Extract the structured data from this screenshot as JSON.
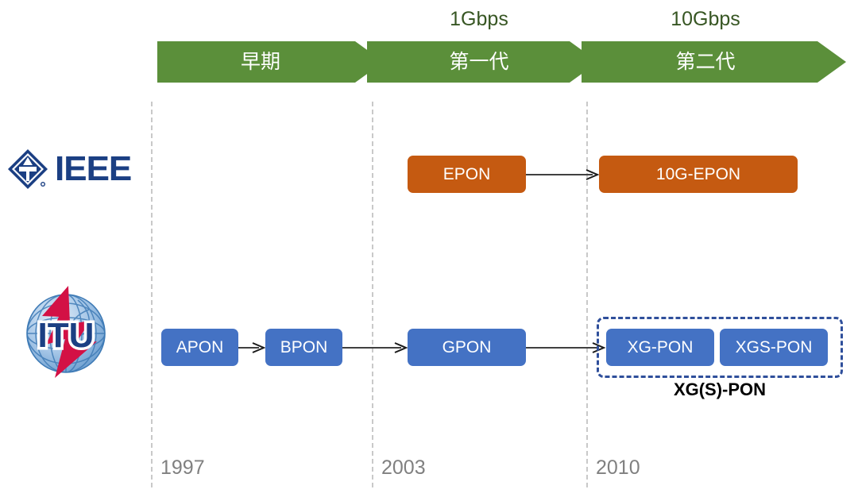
{
  "diagram": {
    "title": "PON standards evolution timeline",
    "colors": {
      "banner_green": "#5b8f3a",
      "speed_text_green": "#375623",
      "ieee_orange": "#c55a11",
      "itu_blue": "#4472c4",
      "group_border_blue": "#2f4f9b",
      "divider_gray": "#c9c9c9",
      "year_gray": "#808080",
      "ieee_logo_blue": "#1b3f83",
      "itu_bolt_red": "#d31145"
    }
  },
  "banner": {
    "phases": [
      {
        "label": "早期",
        "speed": ""
      },
      {
        "label": "第一代",
        "speed": "1Gbps"
      },
      {
        "label": "第二代",
        "speed": "10Gbps"
      }
    ]
  },
  "orgs": [
    {
      "name": "IEEE",
      "logo_icon": "ieee-diamond-logo-icon",
      "wordmark": "IEEE"
    },
    {
      "name": "ITU",
      "logo_icon": "itu-globe-logo-icon",
      "wordmark": "ITU"
    }
  ],
  "rows": {
    "ieee": {
      "nodes": [
        {
          "label": "EPON"
        },
        {
          "label": "10G-EPON"
        }
      ]
    },
    "itu": {
      "nodes": [
        {
          "label": "APON"
        },
        {
          "label": "BPON"
        },
        {
          "label": "GPON"
        },
        {
          "label": "XG-PON"
        },
        {
          "label": "XGS-PON"
        }
      ],
      "group": {
        "caption": "XG(S)-PON",
        "members": [
          "XG-PON",
          "XGS-PON"
        ]
      }
    }
  },
  "timeline": {
    "years": [
      "1997",
      "2003",
      "2010"
    ]
  }
}
